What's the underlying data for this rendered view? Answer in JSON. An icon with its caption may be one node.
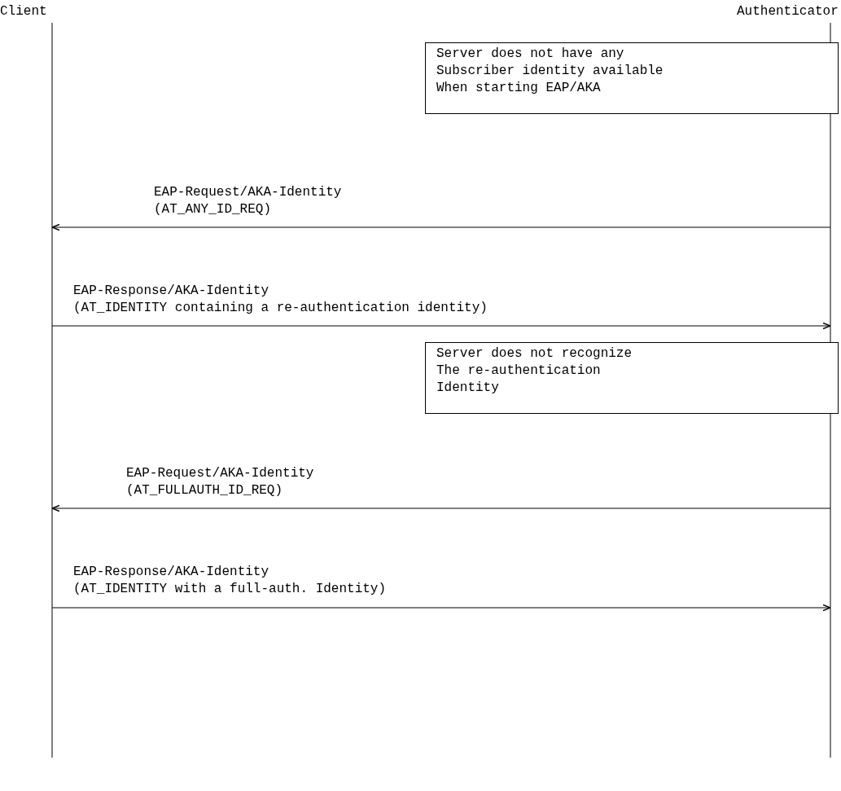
{
  "diagram": {
    "nodes": [
      {
        "text": [
          "Client"
        ]
      },
      {
        "text": [
          "Authenticator"
        ]
      },
      {
        "text": [
          "Server does not have any Subscriber identity available When starting EAP/AKA"
        ]
      },
      {
        "text": [
          "Server does not recognize The re-authentication Identity"
        ]
      }
    ],
    "edges": [
      {
        "from": 1,
        "to": 0,
        "arrow": "to",
        "label": "EAP-Request/AKA-Identity (AT_ANY_ID_REQ)"
      },
      {
        "from": 0,
        "to": 1,
        "arrow": "to",
        "label": "EAP-Response/AKA-Identity (AT_IDENTITY containing a re-authentication identity)"
      },
      {
        "from": 1,
        "to": 0,
        "arrow": "to",
        "label": "EAP-Request/AKA-Identity (AT_FULLAUTH_ID_REQ)"
      },
      {
        "from": 0,
        "to": 1,
        "arrow": "to",
        "label": "EAP-Response/AKA-Identity (AT_IDENTITY with a full-auth. Identity)"
      }
    ]
  }
}
